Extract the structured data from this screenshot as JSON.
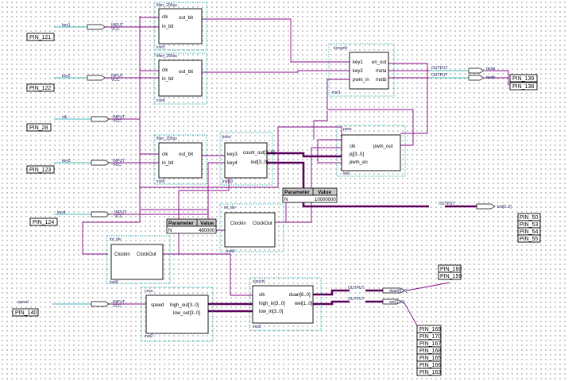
{
  "blocks": {
    "filter1": {
      "type": "filter_200us",
      "ports_in": [
        "clk",
        "in_bit"
      ],
      "ports_out": [
        "out_bit"
      ],
      "inst": "inst3"
    },
    "filter2": {
      "type": "filter_200us",
      "ports_in": [
        "clk",
        "in_bit"
      ],
      "ports_out": [
        "out_bit"
      ],
      "inst": "inst4"
    },
    "filter3": {
      "type": "filter_200us",
      "ports_in": [
        "clk",
        "in_bit"
      ],
      "ports_out": [
        "out_bit"
      ],
      "inst": "inst5"
    },
    "kongzhi": {
      "type": "kongzhi",
      "ports_in": [
        "key1",
        "key2",
        "pwm_in"
      ],
      "ports_out": [
        "en_out",
        "mota",
        "motb"
      ],
      "inst": "inst1"
    },
    "jishu": {
      "type": "jishu",
      "ports_in": [
        "key3",
        "key4"
      ],
      "ports_out": [
        "count_out[3..0]",
        "led[3..0]"
      ],
      "inst": "inst10"
    },
    "pwm": {
      "type": "pwm",
      "ports_in": [
        "clk",
        "pj[3..0]",
        "pwm_en"
      ],
      "ports_out": [
        "pwm_out"
      ],
      "inst": "inst"
    },
    "int_div1": {
      "type": "int_div",
      "ports_in": [
        "Clockin"
      ],
      "ports_out": [
        "ClockOut"
      ],
      "inst": "inst5"
    },
    "int_div2": {
      "type": "int_div",
      "ports_in": [
        "Clockin"
      ],
      "ports_out": [
        "ClockOut"
      ],
      "inst": "inst9"
    },
    "cesu": {
      "type": "cesu",
      "ports_in": [
        "speed"
      ],
      "ports_out": [
        "high_out[3..0]",
        "low_out[3..0]"
      ],
      "inst": "inst2"
    },
    "xianshi": {
      "type": "xianshi",
      "ports_in": [
        "clk",
        "high_in[3..0]",
        "low_in[3..0]"
      ],
      "ports_out": [
        "duan[6..0]",
        "wei[1..0]"
      ],
      "inst": "inst3"
    }
  },
  "params": {
    "p1": {
      "h1": "Parameter",
      "h2": "Value",
      "name": "N",
      "value": "10000000"
    },
    "p2": {
      "h1": "Parameter",
      "h2": "Value",
      "name": "N",
      "value": "480000"
    }
  },
  "inputs": {
    "key1": {
      "signal": "key1",
      "kind": "INPUT",
      "pin": "PIN_121"
    },
    "key2": {
      "signal": "key2",
      "kind": "INPUT",
      "pin": "PIN_122"
    },
    "clk": {
      "signal": "clk",
      "kind": "INPUT",
      "pin": "PIN_28"
    },
    "key3": {
      "signal": "key3",
      "kind": "INPUT",
      "pin": "PIN_123"
    },
    "key4": {
      "signal": "key4",
      "kind": "INPUT",
      "pin": "PIN_124"
    },
    "speed": {
      "signal": "speed",
      "kind": "INPUT",
      "pin": "PIN_140"
    }
  },
  "outputs": {
    "mota": {
      "signal": "mota",
      "kind": "OUTPUT",
      "pin": "PIN_139"
    },
    "motb": {
      "signal": "motb",
      "kind": "OUTPUT",
      "pin": "PIN_138"
    },
    "led": {
      "signal": "led[3..0]",
      "kind": "OUTPUT",
      "pins": [
        "PIN_50",
        "PIN_53",
        "PIN_54",
        "PIN_55"
      ]
    },
    "duan": {
      "signal": "duan[6..0]",
      "kind": "OUTPUT"
    },
    "wei": {
      "signal": "wei[1..0]",
      "kind": "OUTPUT"
    },
    "wei_pins": [
      "PIN_160",
      "PIN_159"
    ],
    "duan_pins": [
      "PIN_169",
      "PIN_170",
      "PIN_167",
      "PIN_168",
      "PIN_165",
      "PIN_166",
      "PIN_163"
    ]
  },
  "vcc_label": "VCC"
}
